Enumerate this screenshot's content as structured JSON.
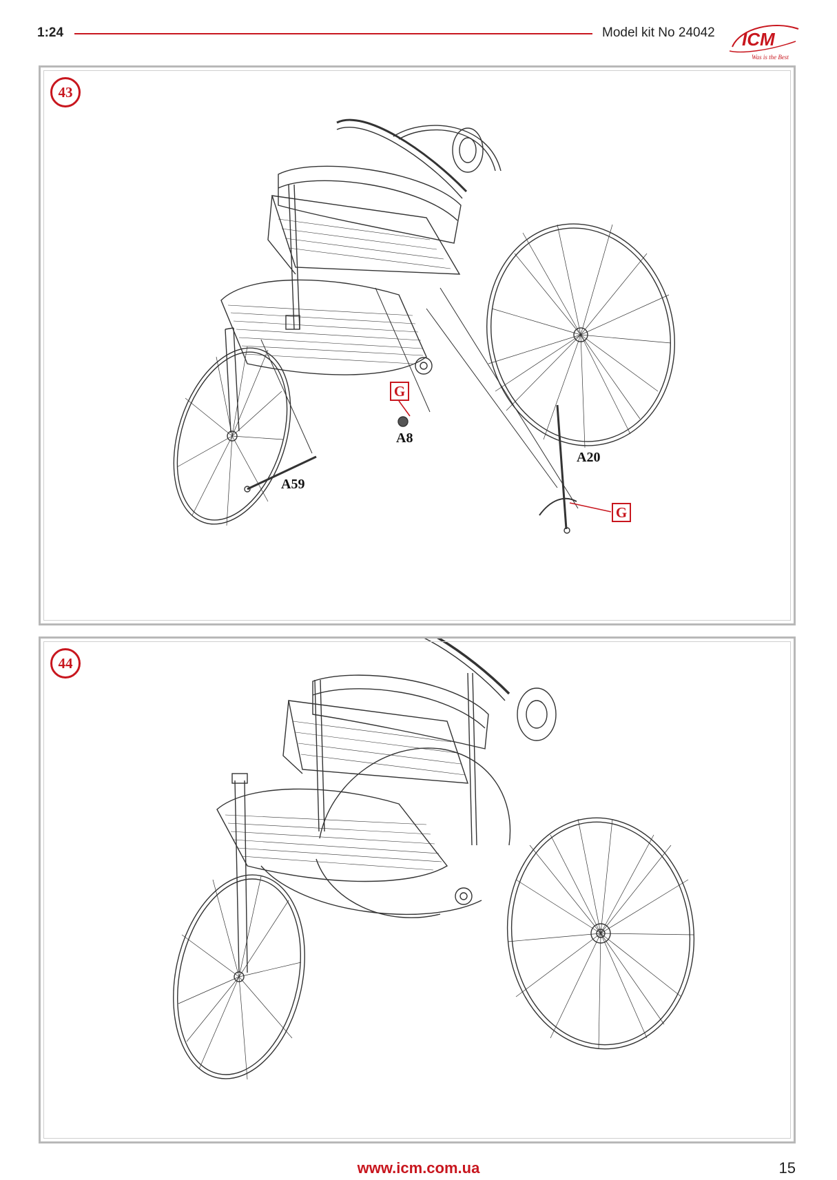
{
  "header": {
    "scale": "1:24",
    "kit_title": "Model kit No 24042",
    "brand": {
      "name": "ICM",
      "tagline": "Was is the Best",
      "color": "#c8161e"
    }
  },
  "steps": [
    {
      "number": "43",
      "parts": [
        "A59",
        "A8",
        "A20"
      ],
      "glue_markers": [
        "G",
        "G"
      ]
    },
    {
      "number": "44"
    }
  ],
  "footer": {
    "url": "www.icm.com.ua",
    "page_number": "15"
  },
  "colors": {
    "accent": "#c8161e",
    "line": "#333333",
    "panel_border": "#b8b8b8"
  }
}
